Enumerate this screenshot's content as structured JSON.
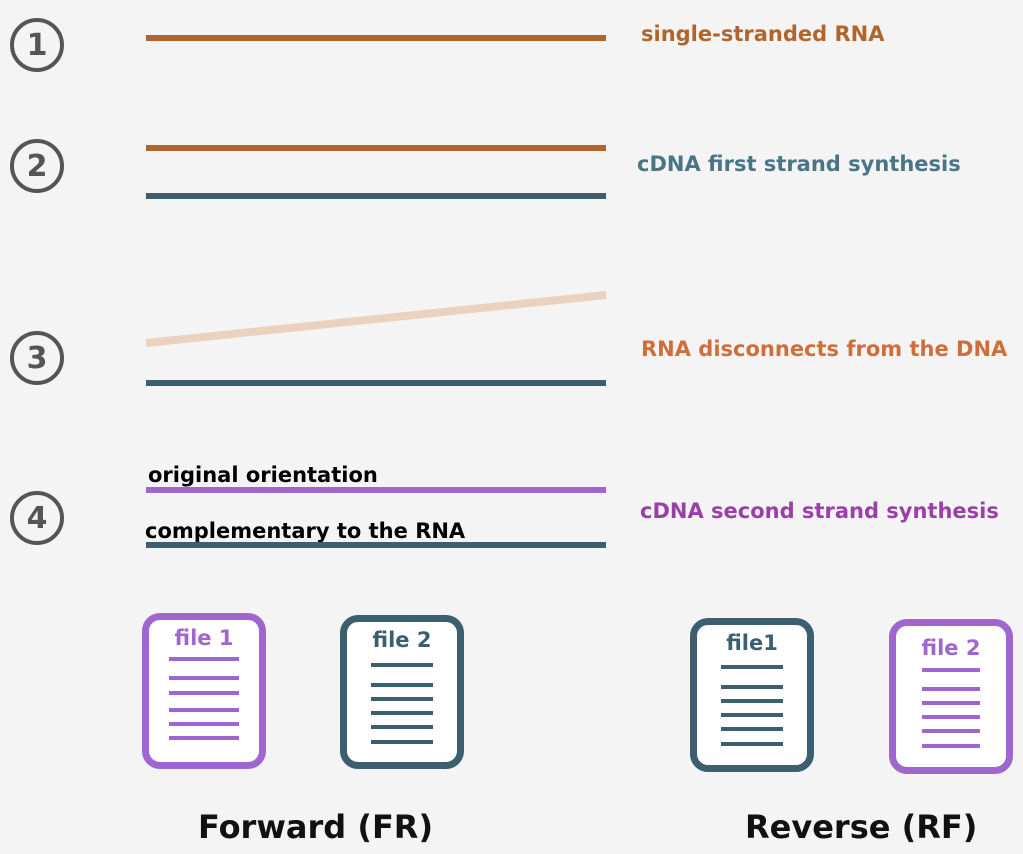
{
  "colors": {
    "rna": "#b3642b",
    "rna_faded": "#ead2bf",
    "cdna": "#3c5f70",
    "second": "#a066cf",
    "label_first": "#4a7585",
    "label_second": "#9b3fa8",
    "circle": "#555555"
  },
  "steps": [
    {
      "number": "1",
      "label": "single-stranded RNA"
    },
    {
      "number": "2",
      "label": "cDNA first strand synthesis"
    },
    {
      "number": "3",
      "label": "RNA disconnects from the DNA"
    },
    {
      "number": "4",
      "label": "cDNA second strand synthesis"
    }
  ],
  "step4": {
    "top_label": "original orientation",
    "bottom_label": "complementary to the RNA"
  },
  "files": [
    {
      "title": "file 1",
      "style": "second"
    },
    {
      "title": "file 2",
      "style": "cdna"
    },
    {
      "title": "file1",
      "style": "cdna"
    },
    {
      "title": "file 2",
      "style": "second"
    }
  ],
  "captions": {
    "forward": "Forward (FR)",
    "reverse": "Reverse (RF)"
  }
}
